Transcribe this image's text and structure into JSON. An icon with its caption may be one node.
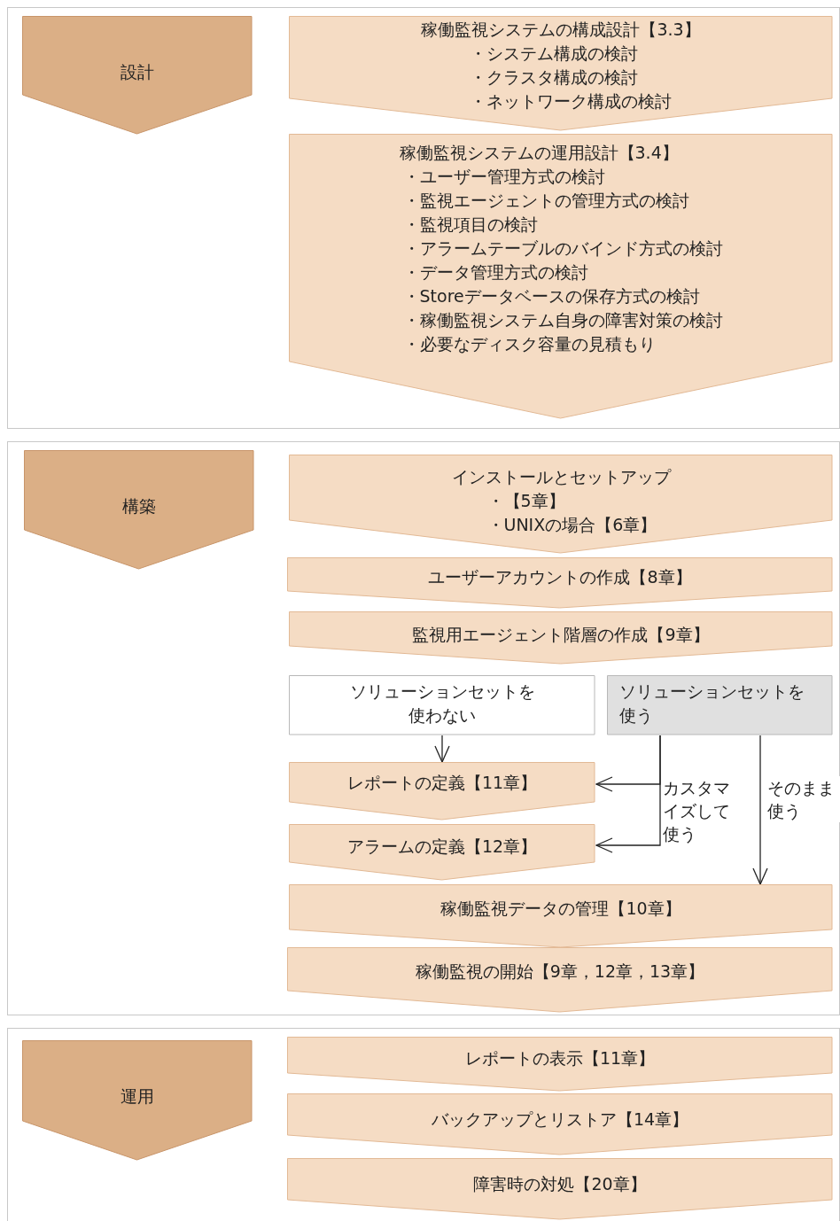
{
  "diagram": {
    "nodes": [
      {
        "text": [
          "設計"
        ]
      },
      {
        "text": [
          "稼働監視システムの構成設計【3.3】",
          "・システム構成の検討",
          "・クラスタ構成の検討",
          "・ネットワーク構成の検討"
        ]
      },
      {
        "text": [
          "稼働監視システムの運用設計【3.4】",
          "・ユーザー管理方式の検討",
          "・監視エージェントの管理方式の検討",
          "・監視項目の検討",
          "・アラームテーブルのバインド方式の検討",
          "・データ管理方式の検討",
          "・Storeデータベースの保存方式の検討",
          "・稼働監視システム自身の障害対策の検討",
          "・必要なディスク容量の見積もり"
        ]
      },
      {
        "text": [
          "構築"
        ]
      },
      {
        "text": [
          "インストールとセットアップ",
          "・【5章】",
          "・UNIXの場合【6章】"
        ]
      },
      {
        "text": [
          "ユーザーアカウントの作成【8章】"
        ]
      },
      {
        "text": [
          "監視用エージェント階層の作成【9章】"
        ]
      },
      {
        "text": [
          "ソリューションセットを使わない"
        ]
      },
      {
        "text": [
          "ソリューションセットを使う"
        ]
      },
      {
        "text": [
          "レポートの定義【11章】"
        ]
      },
      {
        "text": [
          "アラームの定義【12章】"
        ]
      },
      {
        "text": [
          "稼働監視データの管理【10章】"
        ]
      },
      {
        "text": [
          "稼働監視の開始【9章，12章，13章】"
        ]
      },
      {
        "text": [
          "運用"
        ]
      },
      {
        "text": [
          "レポートの表示【11章】"
        ]
      },
      {
        "text": [
          "バックアップとリストア【14章】"
        ]
      },
      {
        "text": [
          "障害時の対処【20章】"
        ]
      }
    ],
    "edges": [
      {
        "from": 7,
        "to": 9,
        "arrow": "to"
      },
      {
        "from": 8,
        "to": 9,
        "arrow": "to",
        "label": "カスタマイズして使う"
      },
      {
        "from": 8,
        "to": 10,
        "arrow": "to"
      },
      {
        "from": 8,
        "to": 11,
        "arrow": "to",
        "label": "そのまま使う"
      }
    ]
  }
}
